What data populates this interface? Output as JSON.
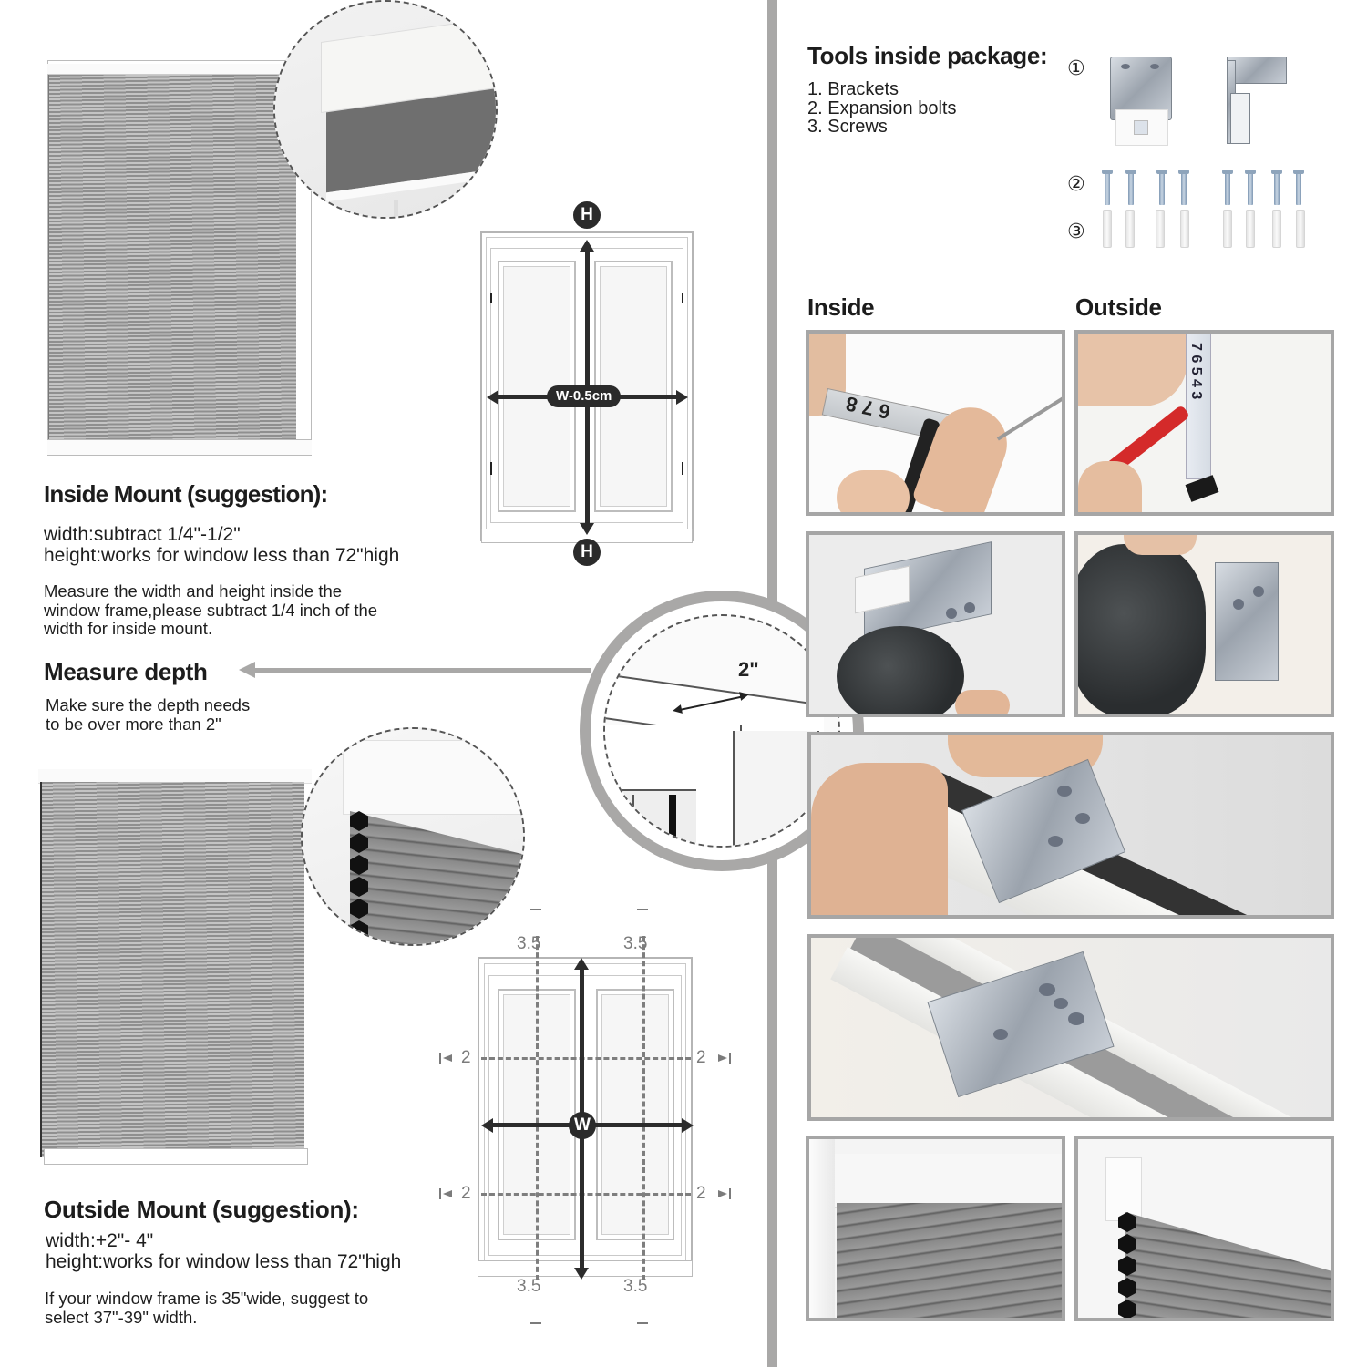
{
  "left": {
    "inside_mount": {
      "title": "Inside Mount (suggestion):",
      "width_line": "width:subtract 1/4\"-1/2\"",
      "height_line": "height:works for window less than 72\"high",
      "note": "Measure the width and height inside the\nwindow frame,please subtract 1/4 inch of the\nwidth for inside mount.",
      "diagram": {
        "top_badge": "H",
        "bottom_badge": "H",
        "width_badge": "W-0.5cm"
      }
    },
    "measure_depth": {
      "title": "Measure depth",
      "note": "Make sure the depth needs\nto be over more than 2\"",
      "zoom_label": "2\""
    },
    "outside_mount": {
      "title": "Outside Mount (suggestion):",
      "width_line": "width:+2\"- 4\"",
      "height_line": "height:works for window less than 72\"high",
      "note": "If your window frame is 35\"wide, suggest to\nselect 37\"-39\" width.",
      "diagram": {
        "center_badge": "W",
        "top_left": "3.5",
        "top_right": "3.5",
        "bottom_left": "3.5",
        "bottom_right": "3.5",
        "left_upper": "2",
        "left_lower": "2",
        "right_upper": "2",
        "right_lower": "2"
      }
    }
  },
  "right": {
    "tools": {
      "title": "Tools inside package:",
      "items": [
        "1. Brackets",
        "2. Expansion bolts",
        "3. Screws"
      ],
      "markers": [
        "①",
        "②",
        "③"
      ]
    },
    "mount_labels": {
      "inside": "Inside",
      "outside": "Outside"
    }
  },
  "colors": {
    "divider": "#a9a8a7",
    "text": "#1e1e1e",
    "badge": "#2b2b2b",
    "dimension_gray": "#7b7b7b",
    "photo_border": "#a6a6a6"
  }
}
